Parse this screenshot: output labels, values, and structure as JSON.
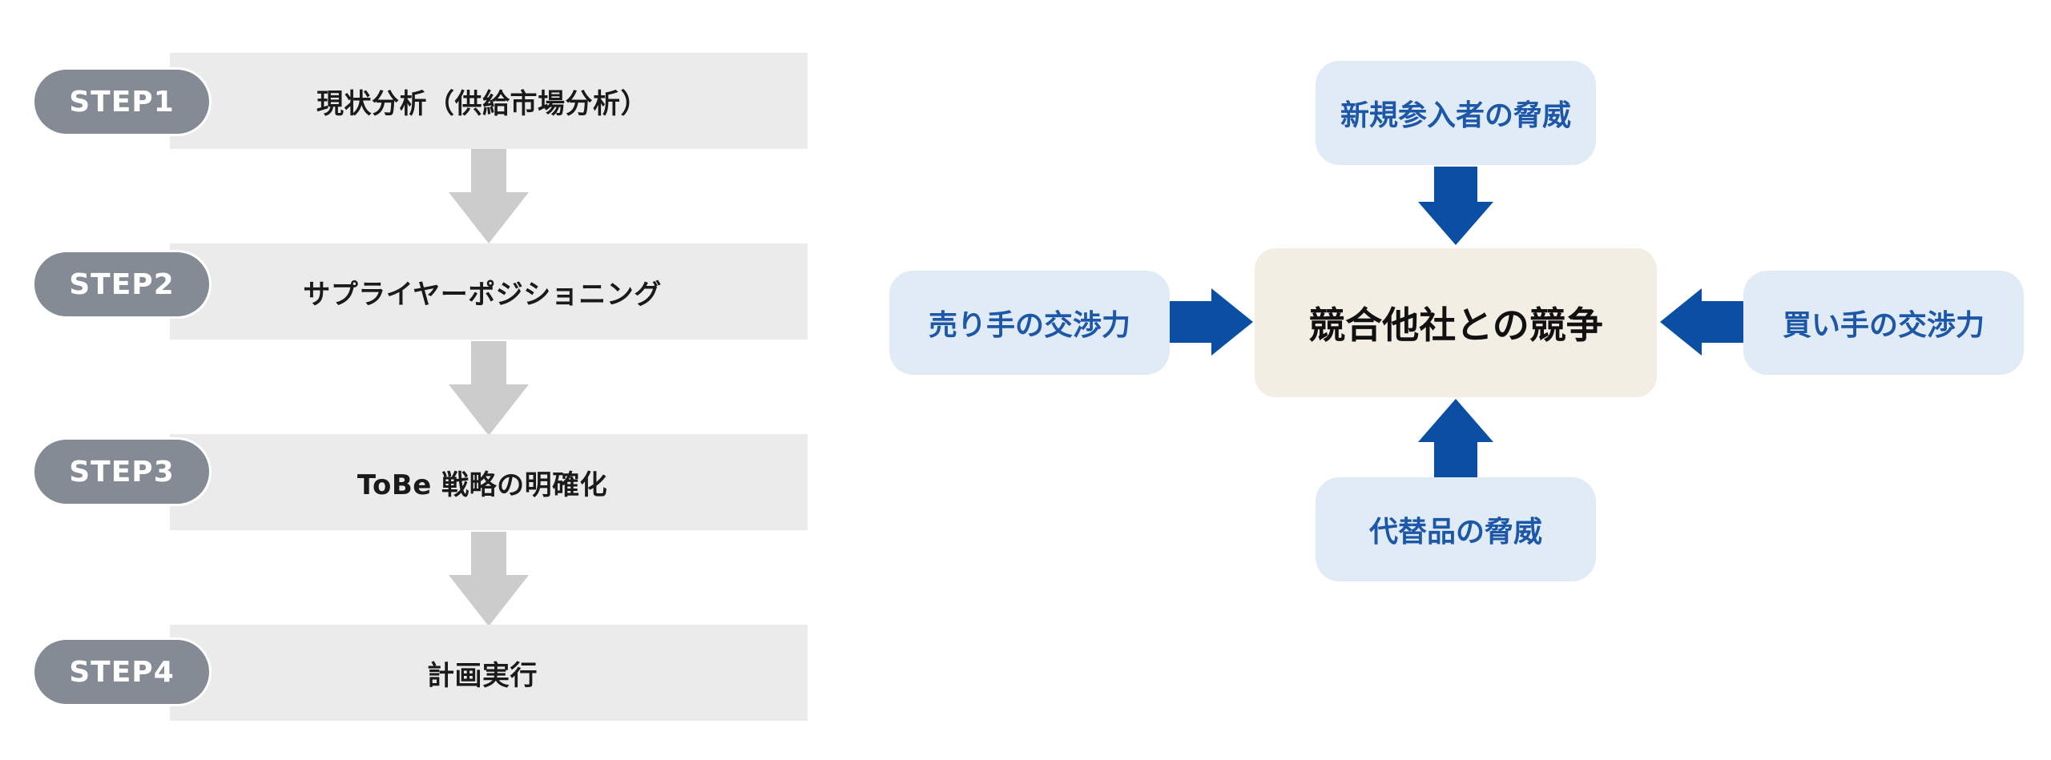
{
  "steps": [
    {
      "badge": "STEP1",
      "title": "現状分析（供給市場分析）"
    },
    {
      "badge": "STEP2",
      "title": "サプライヤーポジショニング"
    },
    {
      "badge": "STEP3",
      "title": "ToBe 戦略の明確化"
    },
    {
      "badge": "STEP4",
      "title": "計画実行"
    }
  ],
  "forces": {
    "center": "競合他社との競争",
    "top": "新規参入者の脅威",
    "left": "売り手の交渉力",
    "right": "買い手の交渉力",
    "bottom": "代替品の脅威"
  },
  "colors": {
    "step_bar": "#ebebeb",
    "step_badge": "#858b94",
    "flow_arrow": "#cccccc",
    "force_box": "#e1ebf5",
    "force_text": "#1d57a8",
    "force_arrow": "#0a4fa3",
    "center_box": "#f2eee4"
  }
}
